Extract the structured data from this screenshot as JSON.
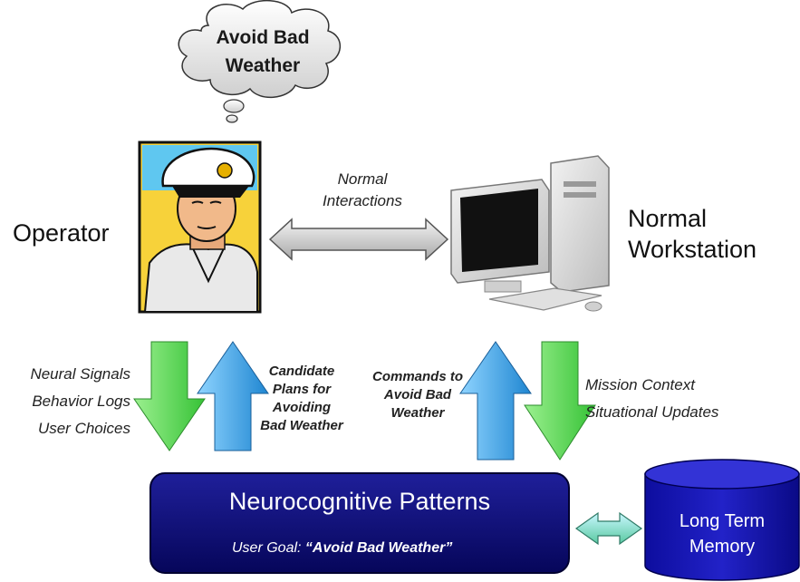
{
  "cloud": {
    "line1": "Avoid Bad",
    "line2": "Weather"
  },
  "operator_label": "Operator",
  "workstation_label": {
    "line1": "Normal",
    "line2": "Workstation"
  },
  "interactions_label": {
    "line1": "Normal",
    "line2": "Interactions"
  },
  "left_signals": [
    "Neural Signals",
    "Behavior Logs",
    "User Choices"
  ],
  "candidate_plans": [
    "Candidate",
    "Plans for",
    "Avoiding",
    "Bad Weather"
  ],
  "commands": [
    "Commands to",
    "Avoid Bad",
    "Weather"
  ],
  "mission": [
    "Mission Context",
    "Situational Updates"
  ],
  "neuro_box": {
    "title": "Neurocognitive Patterns",
    "goal_prefix": "User Goal: ",
    "goal_value": "“Avoid Bad Weather”"
  },
  "memory": {
    "line1": "Long Term",
    "line2": "Memory"
  },
  "colors": {
    "navy": "#0a0a6e",
    "green_arrow": "#4cd94c",
    "blue_arrow": "#2e9be0",
    "gray_arrow": "#c8c8c8"
  }
}
